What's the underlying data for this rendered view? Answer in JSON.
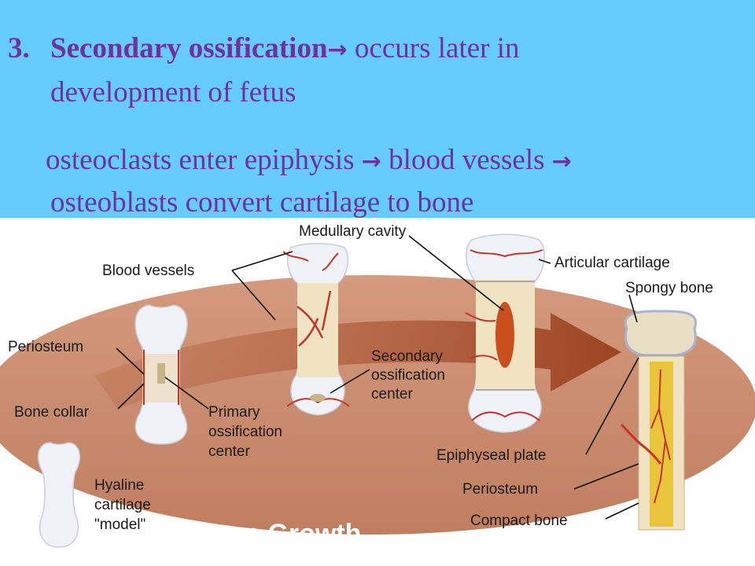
{
  "header": {
    "number": "3.",
    "term": "Secondary ossification",
    "arrow": "→",
    "rest1": " occurs later in",
    "line2": "development of fetus",
    "line3a": "osteoclasts enter epiphysis",
    "line3b": "blood vessels",
    "line4": "osteoblasts convert cartilage to bone"
  },
  "labels": {
    "medullary_cavity": "Medullary cavity",
    "blood_vessels": "Blood vessels",
    "articular_cartilage": "Articular cartilage",
    "spongy_bone": "Spongy bone",
    "periosteum_left": "Periosteum",
    "secondary_1": "Secondary",
    "secondary_2": "ossification",
    "secondary_3": "center",
    "bone_collar": "Bone collar",
    "primary_1": "Primary",
    "primary_2": "ossification",
    "primary_3": "center",
    "epiphyseal_plate": "Epiphyseal plate",
    "hyaline_1": "Hyaline",
    "hyaline_2": "cartilage",
    "hyaline_3": "\"model\"",
    "periosteum_right": "Periosteum",
    "compact_bone": "Compact bone",
    "title": "Bone Growth"
  },
  "colors": {
    "header_bg": "#66ccff",
    "header_text": "#7030a0",
    "oval": "#c98a6c",
    "arrow_band": "#a64d2a",
    "cartilage": "#eef0f6",
    "bone": "#efe3c2",
    "vessel": "#c7342b",
    "marrow": "#e8c53a"
  }
}
